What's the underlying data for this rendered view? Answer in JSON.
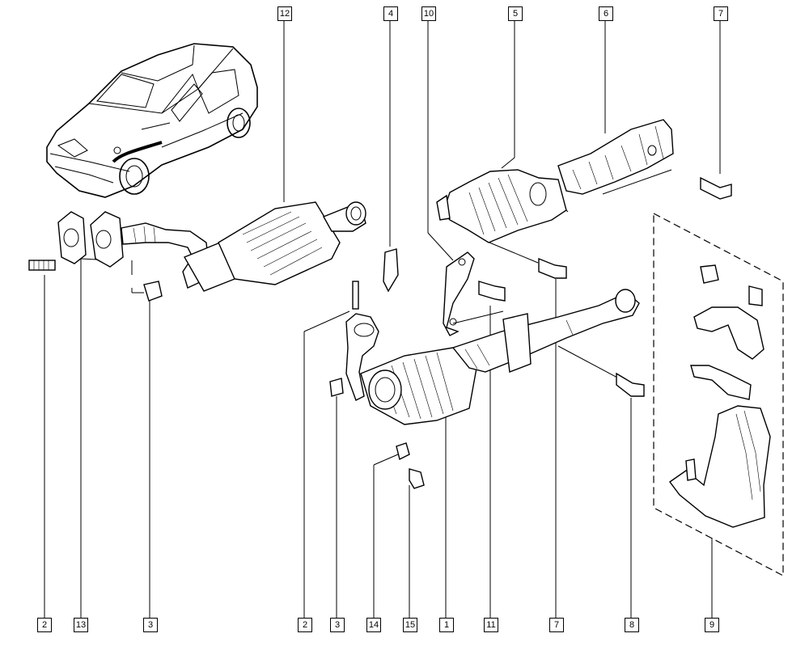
{
  "diagram": {
    "top_callouts": [
      "12",
      "4",
      "10",
      "5",
      "6",
      "7"
    ],
    "bottom_callouts": [
      "2",
      "13",
      "3",
      "2",
      "3",
      "14",
      "15",
      "1",
      "11",
      "7",
      "8",
      "9"
    ],
    "parts": [
      {
        "ref": "1",
        "name": "catalytic-converter"
      },
      {
        "ref": "2",
        "name": "stud"
      },
      {
        "ref": "3",
        "name": "nut"
      },
      {
        "ref": "4",
        "name": "oxygen-sensor"
      },
      {
        "ref": "5",
        "name": "heat-shield-catalyst"
      },
      {
        "ref": "6",
        "name": "heat-shield-pipe"
      },
      {
        "ref": "7",
        "name": "bolt"
      },
      {
        "ref": "8",
        "name": "bolt"
      },
      {
        "ref": "9",
        "name": "mounting-bracket-kit"
      },
      {
        "ref": "10",
        "name": "support-bracket"
      },
      {
        "ref": "11",
        "name": "bolt"
      },
      {
        "ref": "12",
        "name": "catalytic-converter-variant"
      },
      {
        "ref": "13",
        "name": "gasket"
      },
      {
        "ref": "14",
        "name": "nut"
      },
      {
        "ref": "15",
        "name": "bolt"
      }
    ]
  }
}
